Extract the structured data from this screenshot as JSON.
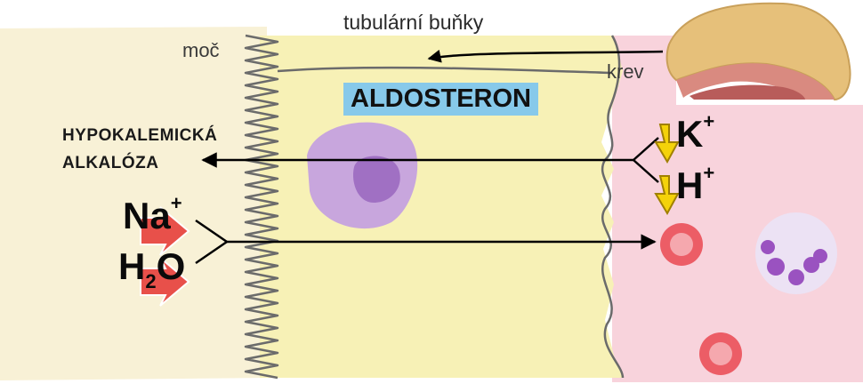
{
  "labels": {
    "tubular_cells": "tubulární buňky",
    "urine": "moč",
    "blood": "krev",
    "hormone": "ALDOSTERON",
    "effect_line1": "HYPOKALEMICKÁ",
    "effect_line2": "ALKALÓZA"
  },
  "ions": {
    "sodium": {
      "base": "Na",
      "charge": "+"
    },
    "water": {
      "pre": "H",
      "sub": "2",
      "post": "O"
    },
    "potassium": {
      "base": "K",
      "charge": "+"
    },
    "hydrogen": {
      "base": "H",
      "charge": "+"
    }
  },
  "colors": {
    "urine_zone": "#f8f1d6",
    "tubular_cell": "#f7f1b6",
    "blood_zone": "#f8d3dc",
    "hormone_box": "#87c9ea",
    "cell_nucleus": "#b07bd0",
    "red_arrow": "#e8504a",
    "yellow_arrow": "#f4d20a",
    "red_blood_cell": "#ec5d66"
  }
}
